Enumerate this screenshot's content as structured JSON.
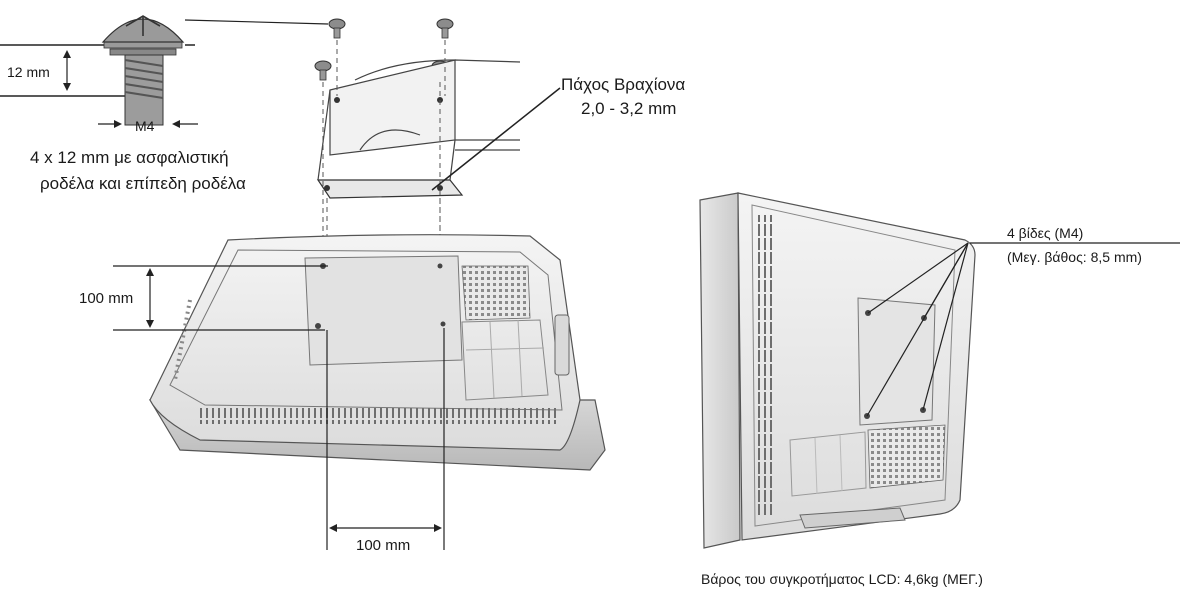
{
  "screw_callout": {
    "height_label": "12 mm",
    "thread_label": "M4",
    "description_line1": "4 x 12 mm με ασφαλιστική",
    "description_line2": "ροδέλα και επίπεδη ροδέλα"
  },
  "bracket": {
    "thickness_title": "Πάχος Βραχίονα",
    "thickness_value": "2,0 - 3,2 mm"
  },
  "dimensions": {
    "vertical_spacing": "100 mm",
    "horizontal_spacing": "100 mm"
  },
  "rear_view": {
    "screws_label": "4 βίδες (M4)",
    "screws_depth": "(Μεγ. βάθος: 8,5 mm)",
    "weight_note": "Βάρος του συγκροτήματος LCD: 4,6kg (ΜΕΓ.)"
  }
}
